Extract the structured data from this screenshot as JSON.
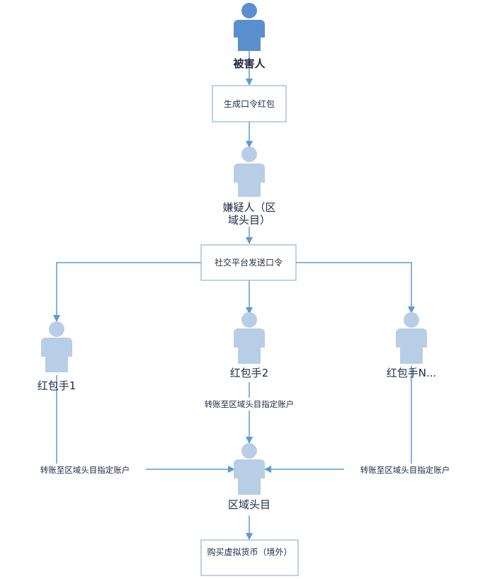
{
  "colors": {
    "line": "#5b9bd5",
    "box_border": "#8fb3d9",
    "box_fill": "#ffffff",
    "person_dark": "#5a8fcf",
    "person_light": "#b8cde6"
  },
  "nodes": {
    "victim": {
      "label": "被害人"
    },
    "generate_box": {
      "label": "生成口令红包"
    },
    "suspect": {
      "label": "嫌疑人（区域头目）"
    },
    "social_box": {
      "label": "社交平台发送口令"
    },
    "receiver1": {
      "label": "红包手1"
    },
    "receiver2": {
      "label": "红包手2"
    },
    "receiverN": {
      "label": "红包手N..."
    },
    "leader": {
      "label": "区域头目"
    },
    "buy_box": {
      "label": "购买虚拟货币（境外）"
    }
  },
  "edges": {
    "middle_transfer": "转账至区域头目指定账户",
    "left_transfer": "转账至区域头目指定账户",
    "right_transfer": "转账至区域头目指定账户"
  }
}
